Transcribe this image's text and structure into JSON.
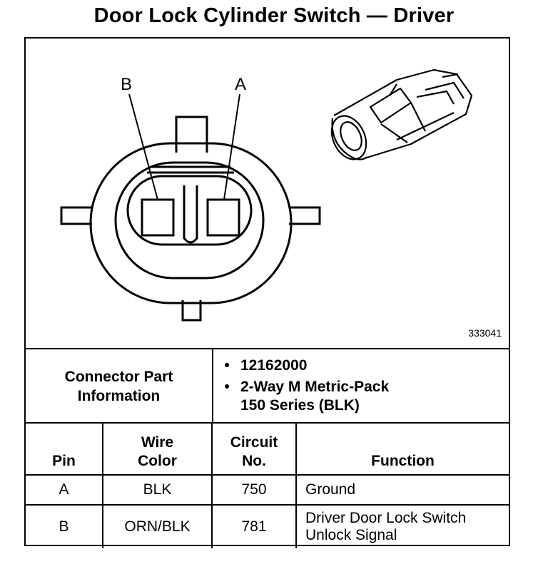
{
  "title": "Door Lock Cylinder Switch — Driver",
  "diagram": {
    "pin_labels": [
      "B",
      "A"
    ],
    "figure_id": "333041",
    "icons": [
      "connector-face-diagram",
      "connector-3d-drawing"
    ]
  },
  "connector_info": {
    "label_line1": "Connector Part",
    "label_line2": "Information",
    "part_number": "12162000",
    "description_line1": "2-Way M Metric-Pack",
    "description_line2": "150 Series (BLK)",
    "bullet": "•"
  },
  "table": {
    "headers": {
      "pin": "Pin",
      "wire_line1": "Wire",
      "wire_line2": "Color",
      "circuit_line1": "Circuit",
      "circuit_line2": "No.",
      "function": "Function"
    },
    "rows": [
      {
        "pin": "A",
        "wire": "BLK",
        "circuit": "750",
        "function_line1": "Ground",
        "function_line2": ""
      },
      {
        "pin": "B",
        "wire": "ORN/BLK",
        "circuit": "781",
        "function_line1": "Driver Door Lock Switch",
        "function_line2": "Unlock Signal"
      }
    ]
  }
}
